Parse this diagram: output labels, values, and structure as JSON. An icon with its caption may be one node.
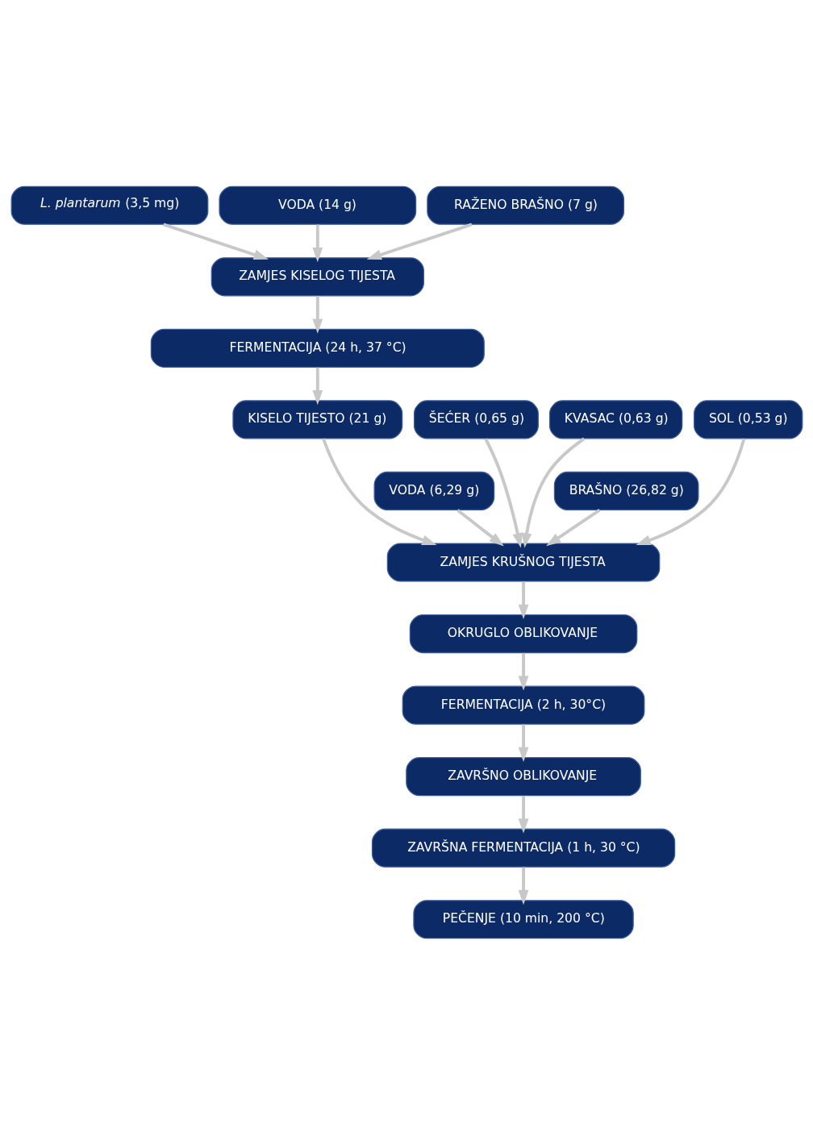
{
  "diagram": {
    "nodes": [
      {
        "text": [
          "*L. plantarum* (3,5 mg)"
        ]
      },
      {
        "text": [
          "VODA (14 g)"
        ]
      },
      {
        "text": [
          "RAŽENO BRAŠNO (7 g)"
        ]
      },
      {
        "text": [
          "ZAMJES KISELOG TIJESTA"
        ]
      },
      {
        "text": [
          "FERMENTACIJA (24 h, 37 °C)"
        ]
      },
      {
        "text": [
          "KVASAC (0,63 g)"
        ]
      },
      {
        "text": [
          "SOL (0,53 g)"
        ]
      },
      {
        "text": [
          "KISELO TIJESTO (21 g)"
        ]
      },
      {
        "text": [
          "ŠEĆER (0,65 g)"
        ]
      },
      {
        "text": [
          "BRAŠNO (26,82 g)"
        ]
      },
      {
        "text": [
          "VODA (6,29 g)"
        ]
      },
      {
        "text": [
          "ZAMJES KRUŠNOG TIJESTA"
        ]
      },
      {
        "text": [
          "OKRUGLO OBLIKOVANJE"
        ]
      },
      {
        "text": [
          "FERMENTACIJA (2 h, 30°C)"
        ]
      },
      {
        "text": [
          "ZAVRŠNO OBLIKOVANJE"
        ]
      },
      {
        "text": [
          "ZAVRŠNA FERMENTACIJA (1 h, 30 °C)"
        ]
      },
      {
        "text": [
          "PEČENJE (10 min, 200 °C)"
        ]
      }
    ],
    "edges": [
      {
        "from": 0,
        "to": 3,
        "arrow": "to"
      },
      {
        "from": 1,
        "to": 3,
        "arrow": "to"
      },
      {
        "from": 2,
        "to": 3,
        "arrow": "to"
      },
      {
        "from": 3,
        "to": 4,
        "arrow": "to"
      },
      {
        "from": 4,
        "to": 7,
        "arrow": "to"
      },
      {
        "from": 5,
        "to": 11,
        "arrow": "to"
      },
      {
        "from": 6,
        "to": 11,
        "arrow": "to"
      },
      {
        "from": 7,
        "to": 11,
        "arrow": "to"
      },
      {
        "from": 8,
        "to": 11,
        "arrow": "to"
      },
      {
        "from": 9,
        "to": 11,
        "arrow": "to"
      },
      {
        "from": 10,
        "to": 11,
        "arrow": "to"
      },
      {
        "from": 11,
        "to": 12,
        "arrow": "to"
      },
      {
        "from": 12,
        "to": 13,
        "arrow": "to"
      },
      {
        "from": 13,
        "to": 14,
        "arrow": "to"
      },
      {
        "from": 14,
        "to": 15,
        "arrow": "to"
      },
      {
        "from": 15,
        "to": 16,
        "arrow": "to"
      }
    ]
  }
}
